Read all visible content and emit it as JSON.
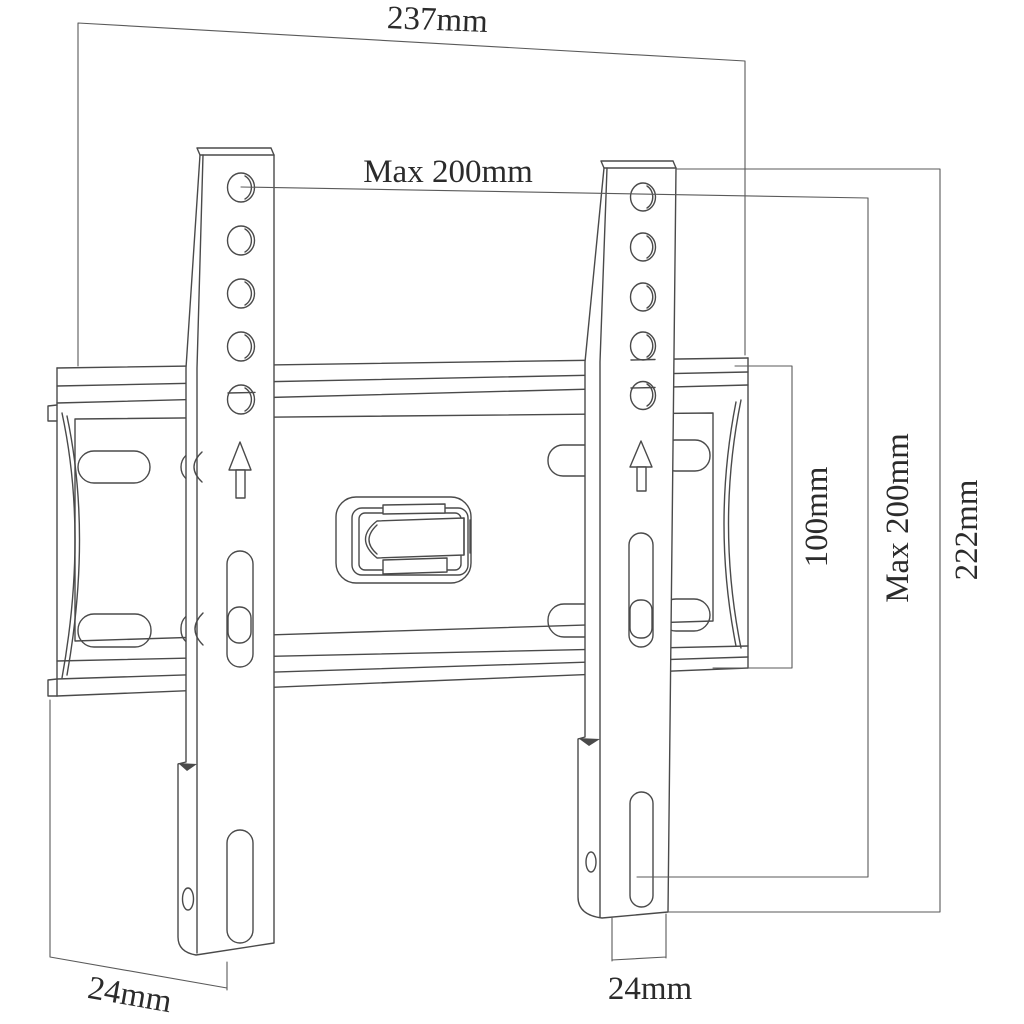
{
  "diagram": {
    "type": "technical-drawing",
    "subject": "Fixed TV wall-mount bracket dimensional diagram",
    "unit": "mm",
    "colors": {
      "background": "#ffffff",
      "part_line": "#4a4a4a",
      "dimension_line": "#5a5a5a",
      "text": "#2b2b2b"
    },
    "labels": {
      "overall_width": "237mm",
      "vesa_max_width": "Max 200mm",
      "wall_plate_height": "100mm",
      "vesa_max_height": "Max 200mm",
      "bracket_height": "222mm",
      "wall_plate_depth": "24mm",
      "rail_width": "24mm"
    }
  }
}
